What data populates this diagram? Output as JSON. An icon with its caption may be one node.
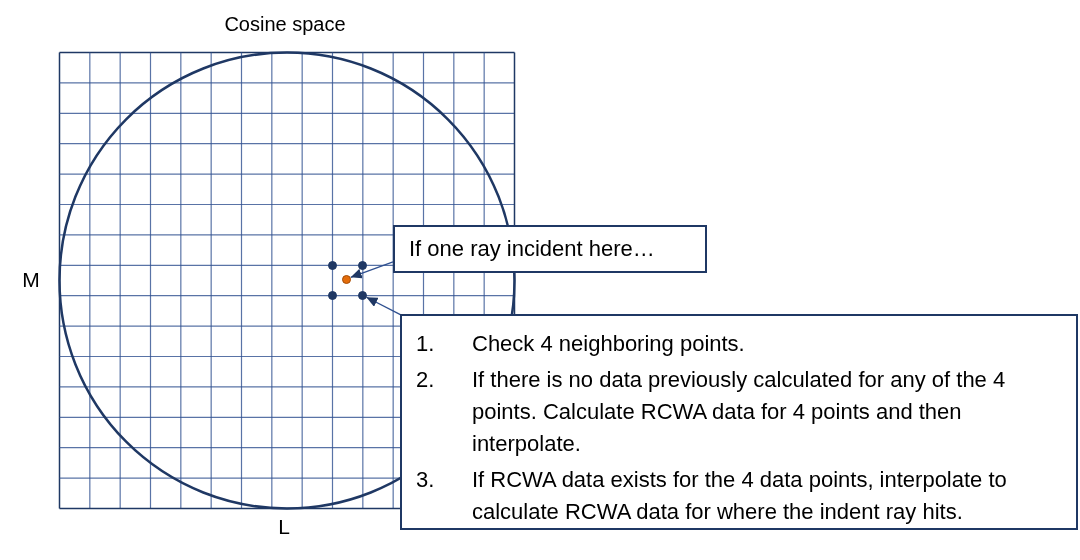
{
  "diagram": {
    "title": "Cosine space",
    "nodes": [
      {
        "text": [
          "If one ray incident here…"
        ]
      },
      {
        "text": [
          "1.",
          "Check 4 neighboring points.",
          "2.",
          "If there is no data previously calculated for any of the 4 points. Calculate RCWA data for 4 points and then interpolate.",
          "3.",
          "If RCWA data exists for the 4 data points, interpolate to calculate RCWA data for where the indent ray hits."
        ]
      },
      {
        "text": [],
        "shape": "circle"
      },
      {
        "text": [],
        "shape": "circle"
      },
      {
        "text": [],
        "shape": "circle"
      },
      {
        "text": [],
        "shape": "circle"
      },
      {
        "text": [],
        "shape": "circle"
      }
    ],
    "edges": [
      {
        "from": 0,
        "to": 4,
        "arrow": "to"
      },
      {
        "from": 1,
        "to": 6,
        "arrow": "to"
      }
    ],
    "labels": [
      "M",
      "L"
    ]
  }
}
